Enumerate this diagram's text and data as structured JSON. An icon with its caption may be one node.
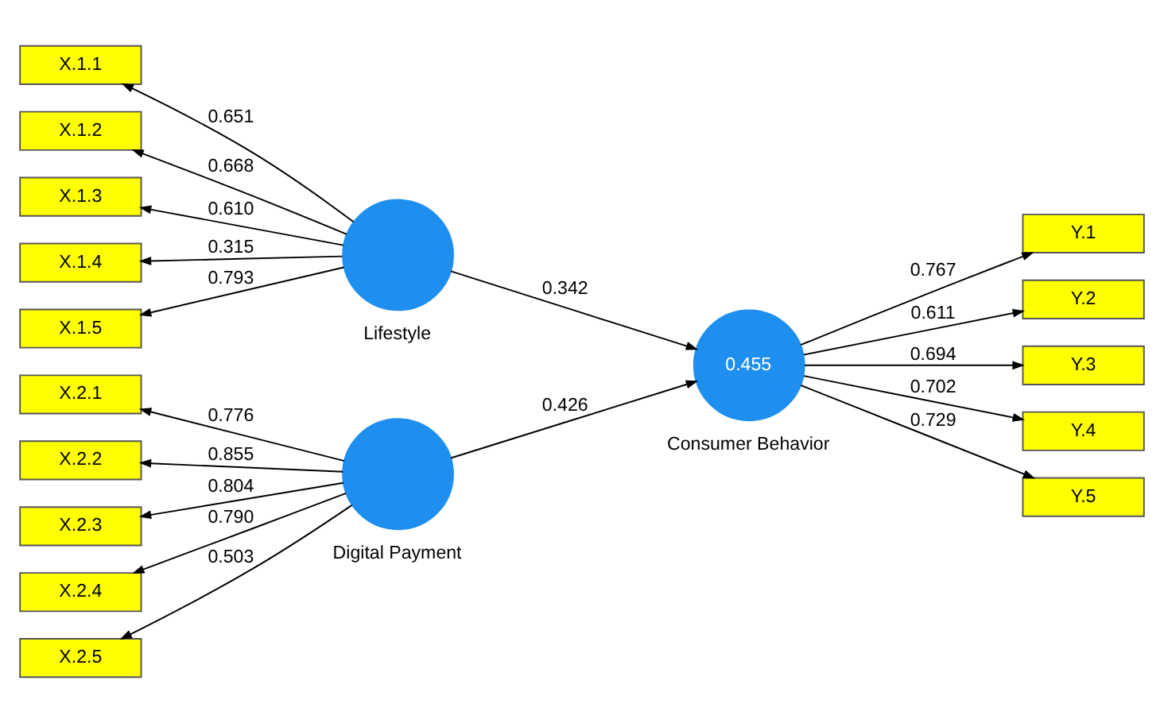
{
  "diagram": {
    "nodes": [
      {
        "text": [
          "X.1.1"
        ]
      },
      {
        "text": [
          "X.1.2"
        ]
      },
      {
        "text": [
          "X.1.3"
        ]
      },
      {
        "text": [
          "X.1.4"
        ]
      },
      {
        "text": [
          "X.1.5"
        ]
      },
      {
        "text": [
          "X.2.1"
        ]
      },
      {
        "text": [
          "X.2.2"
        ]
      },
      {
        "text": [
          "X.2.3"
        ]
      },
      {
        "text": [
          "X.2.4"
        ]
      },
      {
        "text": [
          "X.2.5"
        ]
      },
      {
        "text": [],
        "shape": "circle",
        "beside": [
          "Lifestyle"
        ]
      },
      {
        "text": [],
        "shape": "circle",
        "beside": [
          "Digital Payment"
        ]
      },
      {
        "text": [
          "0.455"
        ],
        "beside": [
          "Consumer Behavior"
        ]
      },
      {
        "text": [
          "Y.1"
        ]
      },
      {
        "text": [
          "Y.2"
        ]
      },
      {
        "text": [
          "Y.3"
        ]
      },
      {
        "text": [
          "Y.4"
        ]
      },
      {
        "text": [
          "Y.5"
        ]
      }
    ],
    "edges": [
      {
        "from": 10,
        "to": 0,
        "arrow": "to",
        "label": "0.651"
      },
      {
        "from": 10,
        "to": 1,
        "arrow": "to",
        "label": "0.668"
      },
      {
        "from": 10,
        "to": 2,
        "arrow": "to",
        "label": "0.610"
      },
      {
        "from": 10,
        "to": 3,
        "arrow": "to",
        "label": "0.315"
      },
      {
        "from": 10,
        "to": 4,
        "arrow": "to",
        "label": "0.793"
      },
      {
        "from": 11,
        "to": 5,
        "arrow": "to",
        "label": "0.776"
      },
      {
        "from": 11,
        "to": 6,
        "arrow": "to",
        "label": "0.855"
      },
      {
        "from": 11,
        "to": 7,
        "arrow": "to",
        "label": "0.804"
      },
      {
        "from": 11,
        "to": 8,
        "arrow": "to",
        "label": "0.790"
      },
      {
        "from": 11,
        "to": 9,
        "arrow": "to",
        "label": "0.503"
      },
      {
        "from": 10,
        "to": 12,
        "arrow": "to",
        "label": "0.342"
      },
      {
        "from": 11,
        "to": 12,
        "arrow": "to",
        "label": "0.426"
      },
      {
        "from": 12,
        "to": 13,
        "arrow": "to",
        "label": "0.767"
      },
      {
        "from": 12,
        "to": 14,
        "arrow": "to",
        "label": "0.611"
      },
      {
        "from": 12,
        "to": 15,
        "arrow": "to",
        "label": "0.694"
      },
      {
        "from": 12,
        "to": 16,
        "arrow": "to",
        "label": "0.702"
      },
      {
        "from": 12,
        "to": 17,
        "arrow": "to",
        "label": "0.729"
      }
    ]
  }
}
